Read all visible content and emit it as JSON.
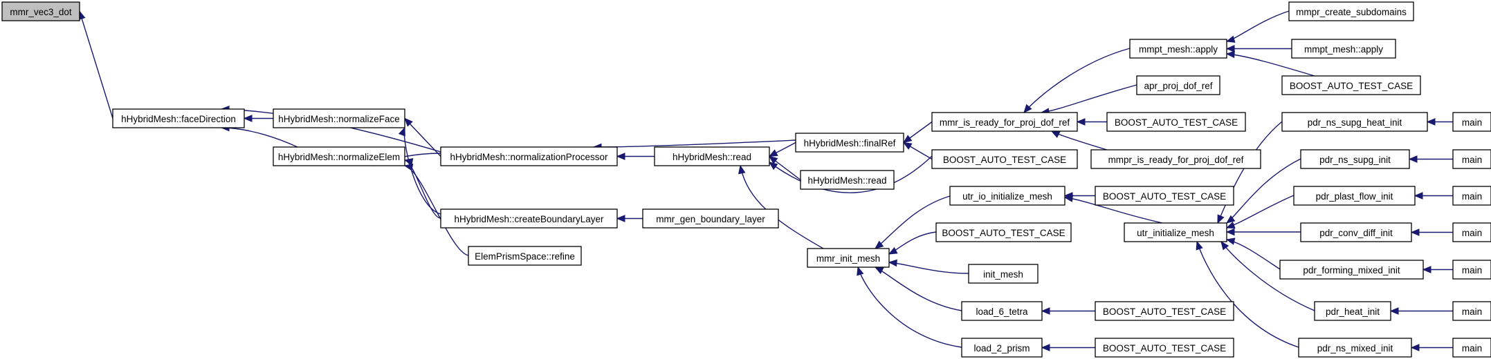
{
  "colors": {
    "edge": "#191970",
    "node_fill": "#ffffff",
    "root_fill": "#bfbfbf",
    "border": "#000000"
  },
  "nodes": [
    {
      "id": "n0",
      "label": "mmr_vec3_dot",
      "root": true
    },
    {
      "id": "n1",
      "label": "hHybridMesh::faceDirection"
    },
    {
      "id": "n2",
      "label": "hHybridMesh::normalizeFace"
    },
    {
      "id": "n3",
      "label": "hHybridMesh::normalizeElem"
    },
    {
      "id": "n4",
      "label": "hHybridMesh::normalizationProcessor"
    },
    {
      "id": "n5",
      "label": "hHybridMesh::createBoundaryLayer"
    },
    {
      "id": "n6",
      "label": "ElemPrismSpace::refine"
    },
    {
      "id": "n7",
      "label": "hHybridMesh::read"
    },
    {
      "id": "n8",
      "label": "mmr_gen_boundary_layer"
    },
    {
      "id": "n9",
      "label": "hHybridMesh::finalRef"
    },
    {
      "id": "n10",
      "label": "hHybridMesh::read"
    },
    {
      "id": "n11",
      "label": "mmr_init_mesh"
    },
    {
      "id": "n12",
      "label": "mmr_is_ready_for_proj_dof_ref"
    },
    {
      "id": "n13",
      "label": "BOOST_AUTO_TEST_CASE"
    },
    {
      "id": "n14",
      "label": "utr_io_initialize_mesh"
    },
    {
      "id": "n15",
      "label": "BOOST_AUTO_TEST_CASE"
    },
    {
      "id": "n16",
      "label": "init_mesh"
    },
    {
      "id": "n17",
      "label": "load_6_tetra"
    },
    {
      "id": "n18",
      "label": "load_2_prism"
    },
    {
      "id": "n19",
      "label": "mmpt_mesh::apply"
    },
    {
      "id": "n20",
      "label": "apr_proj_dof_ref"
    },
    {
      "id": "n21",
      "label": "BOOST_AUTO_TEST_CASE"
    },
    {
      "id": "n22",
      "label": "mmpr_is_ready_for_proj_dof_ref"
    },
    {
      "id": "n23",
      "label": "BOOST_AUTO_TEST_CASE"
    },
    {
      "id": "n24",
      "label": "utr_initialize_mesh"
    },
    {
      "id": "n25",
      "label": "BOOST_AUTO_TEST_CASE"
    },
    {
      "id": "n26",
      "label": "BOOST_AUTO_TEST_CASE"
    },
    {
      "id": "n27",
      "label": "mmpr_create_subdomains"
    },
    {
      "id": "n28",
      "label": "mmpt_mesh::apply"
    },
    {
      "id": "n29",
      "label": "BOOST_AUTO_TEST_CASE"
    },
    {
      "id": "n30",
      "label": "pdr_ns_supg_heat_init"
    },
    {
      "id": "n31",
      "label": "pdr_ns_supg_init"
    },
    {
      "id": "n32",
      "label": "pdr_plast_flow_init"
    },
    {
      "id": "n33",
      "label": "pdr_conv_diff_init"
    },
    {
      "id": "n34",
      "label": "pdr_forming_mixed_init"
    },
    {
      "id": "n35",
      "label": "pdr_heat_init"
    },
    {
      "id": "n36",
      "label": "pdr_ns_mixed_init"
    },
    {
      "id": "n37",
      "label": "main"
    },
    {
      "id": "n38",
      "label": "main"
    },
    {
      "id": "n39",
      "label": "main"
    },
    {
      "id": "n40",
      "label": "main"
    },
    {
      "id": "n41",
      "label": "main"
    },
    {
      "id": "n42",
      "label": "main"
    },
    {
      "id": "n43",
      "label": "main"
    }
  ],
  "edges": [
    {
      "from": "n1",
      "to": "n0"
    },
    {
      "from": "n2",
      "to": "n1"
    },
    {
      "from": "n3",
      "to": "n1"
    },
    {
      "from": "n4",
      "to": "n1"
    },
    {
      "from": "n4",
      "to": "n2"
    },
    {
      "from": "n5",
      "to": "n2"
    },
    {
      "from": "n4",
      "to": "n3"
    },
    {
      "from": "n5",
      "to": "n3"
    },
    {
      "from": "n6",
      "to": "n3"
    },
    {
      "from": "n7",
      "to": "n4"
    },
    {
      "from": "n9",
      "to": "n4"
    },
    {
      "from": "n8",
      "to": "n5"
    },
    {
      "from": "n9",
      "to": "n7"
    },
    {
      "from": "n10",
      "to": "n7"
    },
    {
      "from": "n11",
      "to": "n7"
    },
    {
      "from": "n13",
      "to": "n7"
    },
    {
      "from": "n12",
      "to": "n9"
    },
    {
      "from": "n13",
      "to": "n9"
    },
    {
      "from": "n14",
      "to": "n11"
    },
    {
      "from": "n15",
      "to": "n11"
    },
    {
      "from": "n16",
      "to": "n11"
    },
    {
      "from": "n17",
      "to": "n11"
    },
    {
      "from": "n18",
      "to": "n11"
    },
    {
      "from": "n19",
      "to": "n12"
    },
    {
      "from": "n20",
      "to": "n12"
    },
    {
      "from": "n21",
      "to": "n12"
    },
    {
      "from": "n22",
      "to": "n12"
    },
    {
      "from": "n23",
      "to": "n14"
    },
    {
      "from": "n24",
      "to": "n14"
    },
    {
      "from": "n25",
      "to": "n17"
    },
    {
      "from": "n26",
      "to": "n18"
    },
    {
      "from": "n27",
      "to": "n19"
    },
    {
      "from": "n28",
      "to": "n19"
    },
    {
      "from": "n29",
      "to": "n19"
    },
    {
      "from": "n30",
      "to": "n24"
    },
    {
      "from": "n31",
      "to": "n24"
    },
    {
      "from": "n32",
      "to": "n24"
    },
    {
      "from": "n33",
      "to": "n24"
    },
    {
      "from": "n34",
      "to": "n24"
    },
    {
      "from": "n35",
      "to": "n24"
    },
    {
      "from": "n36",
      "to": "n24"
    },
    {
      "from": "n37",
      "to": "n30"
    },
    {
      "from": "n38",
      "to": "n31"
    },
    {
      "from": "n39",
      "to": "n32"
    },
    {
      "from": "n40",
      "to": "n33"
    },
    {
      "from": "n41",
      "to": "n34"
    },
    {
      "from": "n42",
      "to": "n35"
    },
    {
      "from": "n43",
      "to": "n36"
    }
  ]
}
